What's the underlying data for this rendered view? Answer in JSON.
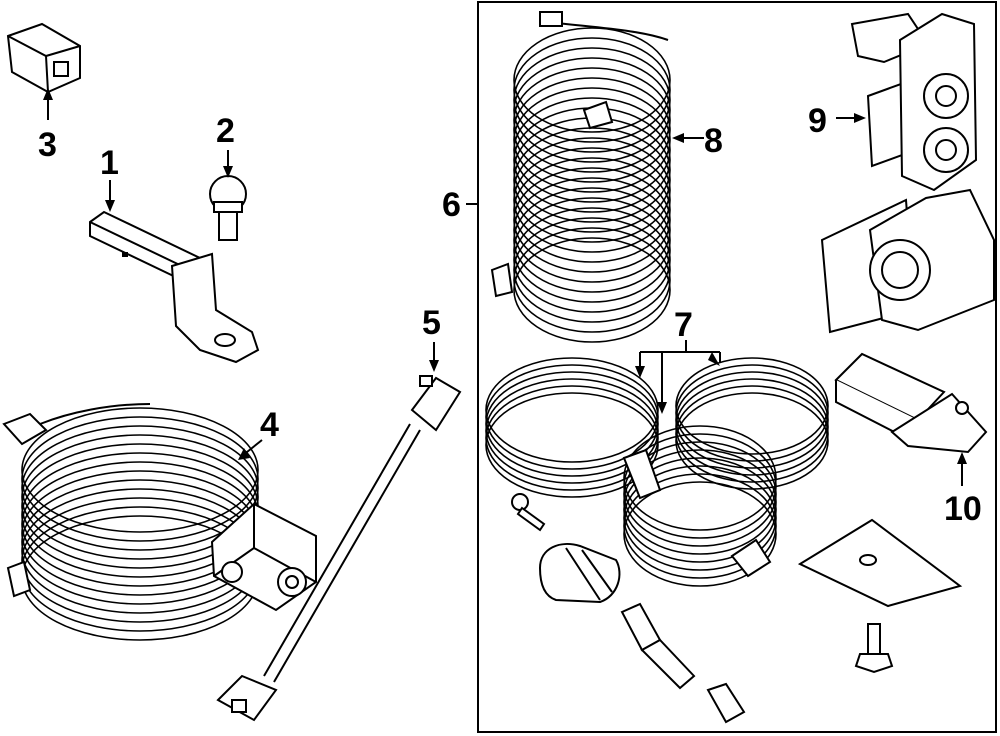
{
  "diagram": {
    "callouts": [
      {
        "id": "1",
        "text": "1"
      },
      {
        "id": "2",
        "text": "2"
      },
      {
        "id": "3",
        "text": "3"
      },
      {
        "id": "4",
        "text": "4"
      },
      {
        "id": "5",
        "text": "5"
      },
      {
        "id": "6",
        "text": "6"
      },
      {
        "id": "7",
        "text": "7"
      },
      {
        "id": "8",
        "text": "8"
      },
      {
        "id": "9",
        "text": "9"
      },
      {
        "id": "10",
        "text": "10"
      }
    ],
    "parts": [
      {
        "name": "hitch-drawbar",
        "callout": "1"
      },
      {
        "name": "hitch-ball",
        "callout": "2"
      },
      {
        "name": "connector-plug",
        "callout": "3"
      },
      {
        "name": "coiled-cable-with-module",
        "callout": "4"
      },
      {
        "name": "wiring-harness",
        "callout": "5"
      },
      {
        "name": "trailer-wiring-kit",
        "callout": "6"
      },
      {
        "name": "cable-coils",
        "callout": "7"
      },
      {
        "name": "coiled-harness",
        "callout": "8"
      },
      {
        "name": "seven-pin-socket",
        "callout": "9"
      },
      {
        "name": "bracket-connector",
        "callout": "10"
      }
    ]
  }
}
